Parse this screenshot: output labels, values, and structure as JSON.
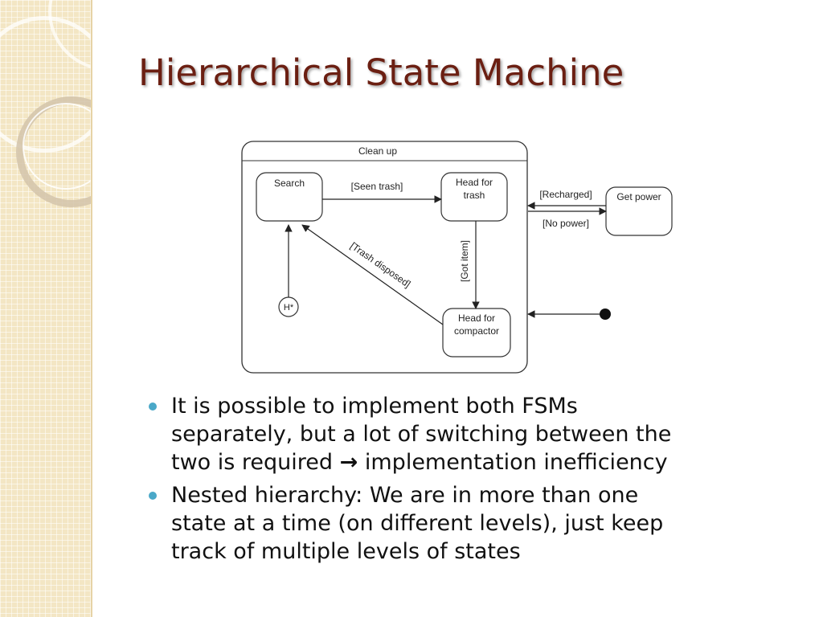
{
  "slide": {
    "title": "Hierarchical State Machine"
  },
  "diagram": {
    "superstate": "Clean up",
    "states": {
      "search": "Search",
      "head_for_trash_line1": "Head for",
      "head_for_trash_line2": "trash",
      "head_for_compactor_line1": "Head for",
      "head_for_compactor_line2": "compactor",
      "get_power": "Get power",
      "history": "H*"
    },
    "transitions": {
      "seen_trash": "[Seen trash]",
      "got_item": "[Got item]",
      "trash_disposed": "[Trash disposed]",
      "recharged": "[Recharged]",
      "no_power": "[No power]"
    }
  },
  "bullets": [
    {
      "line1": "It is possible to implement both FSMs",
      "line2": "separately, but a lot of switching between the",
      "line3a": "two is required",
      "arrow": "→",
      "line3b": "implementation inefficiency"
    },
    {
      "line1": "Nested hierarchy: We are in more than one",
      "line2": "state at a time (on different levels), just keep",
      "line3": "track of multiple levels of states"
    }
  ],
  "colors": {
    "title": "#6b1f12",
    "bullet_dot": "#4aa8c8",
    "sidebar": "#f3e6c4"
  }
}
